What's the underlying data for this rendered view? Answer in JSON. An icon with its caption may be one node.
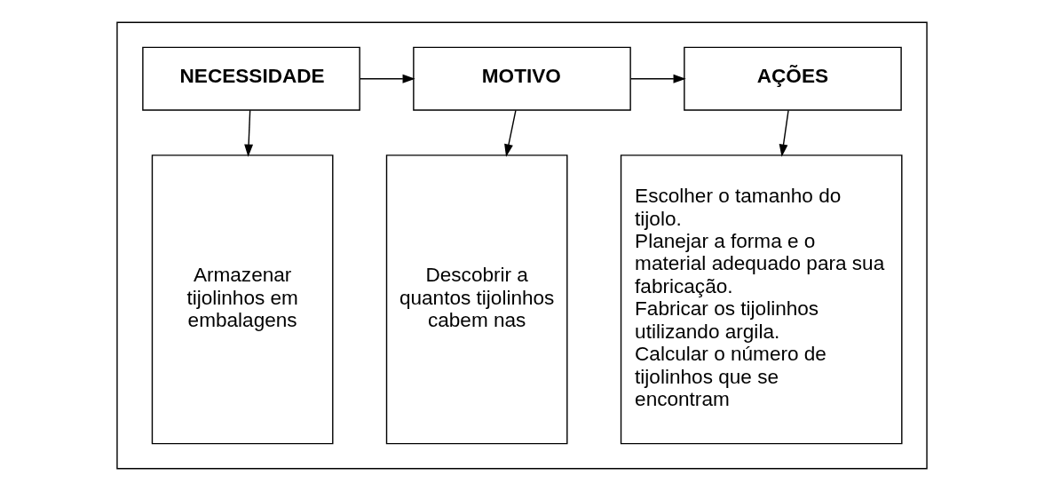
{
  "diagram": {
    "nodes": [
      {
        "text": [],
        "shape": "box"
      },
      {
        "text": [
          "NECESSIDADE"
        ],
        "in": 0
      },
      {
        "text": [
          "MOTIVO"
        ],
        "in": 0
      },
      {
        "text": [
          "AÇÕES"
        ],
        "in": 0
      },
      {
        "text": [
          "Armazenar tijolinhos em embalagens"
        ],
        "in": 0
      },
      {
        "text": [
          "Descobrir a quantos tijolinhos cabem nas"
        ],
        "in": 0
      },
      {
        "text": [
          "Escolher o tamanho do tijolo.",
          "Planejar a forma e o material adequado para sua fabricação.",
          "Fabricar os tijolinhos utilizando argila.",
          "Calcular o número de tijolinhos que se encontram"
        ],
        "in": 0
      }
    ],
    "edges": [
      {
        "from": 1,
        "to": 2,
        "arrow": "to"
      },
      {
        "from": 2,
        "to": 3,
        "arrow": "to"
      },
      {
        "from": 1,
        "to": 4,
        "arrow": "to"
      },
      {
        "from": 2,
        "to": 5,
        "arrow": "to"
      },
      {
        "from": 3,
        "to": 6,
        "arrow": "to"
      }
    ]
  }
}
